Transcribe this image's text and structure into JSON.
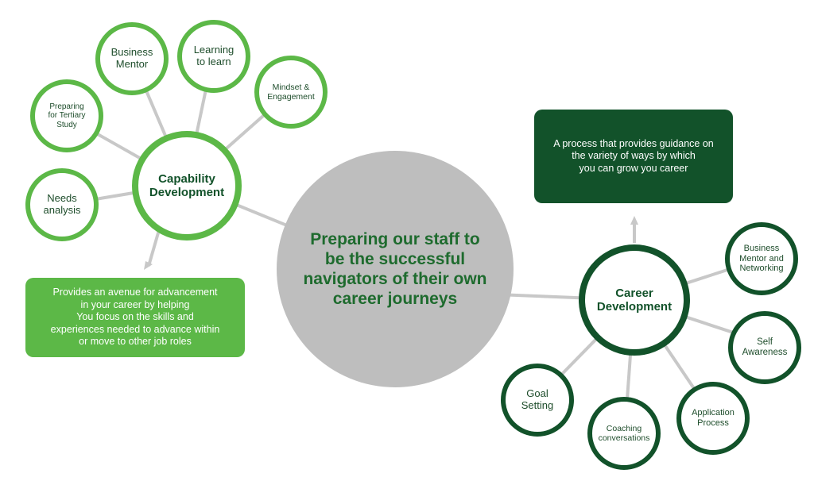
{
  "center": {
    "text": "Preparing our staff to\nbe the successful\nnavigators of their own\ncareer journeys"
  },
  "capability": {
    "hub": "Capability\nDevelopment",
    "nodes": {
      "business_mentor": "Business\nMentor",
      "learning_to_learn": "Learning\nto learn",
      "mindset": "Mindset &\nEngagement",
      "tertiary": "Preparing\nfor Tertiary\nStudy",
      "needs": "Needs\nanalysis"
    },
    "description": "Provides an avenue for advancement\nin your career by helping\nYou  focus on the skills and\nexperiences needed to advance within\nor move to other job roles"
  },
  "career": {
    "hub": "Career\nDevelopment",
    "nodes": {
      "networking": "Business\nMentor and\nNetworking",
      "self_awareness": "Self\nAwareness",
      "application": "Application\nProcess",
      "coaching": "Coaching\nconversations",
      "goal": "Goal\nSetting"
    },
    "description": "A process that provides guidance on\nthe variety of ways by which\nyou can grow  you career"
  },
  "colors": {
    "light_green": "#5cb847",
    "dark_green": "#12522a",
    "center_grey": "#bebebe",
    "connector_grey": "#c8c8c8"
  }
}
